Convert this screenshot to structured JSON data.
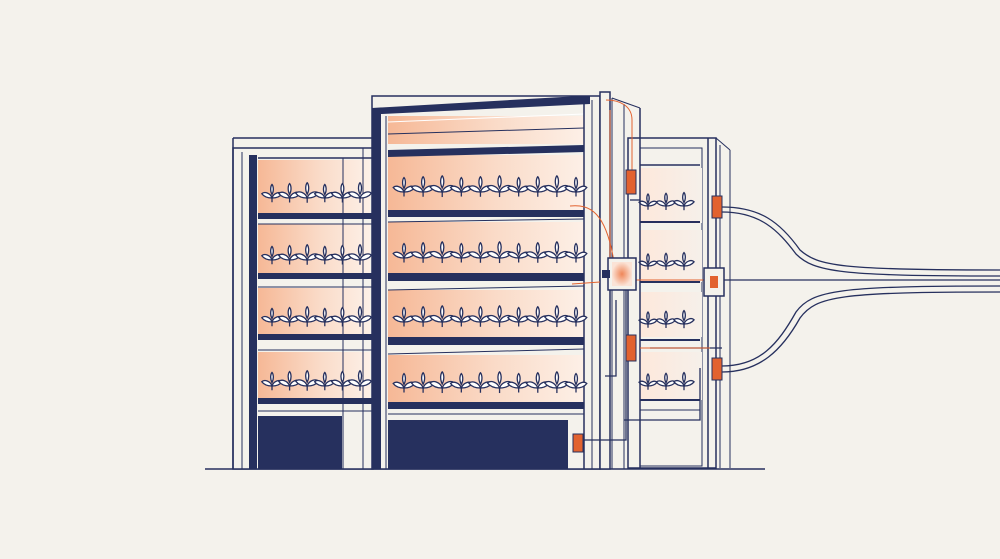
{
  "illustration": {
    "subject": "vertical-farm-shelving-with-sensor-wiring",
    "colors": {
      "background": "#f4f2ec",
      "navy": "#26305e",
      "orange": "#e2622f",
      "glow": "#f7c9ae",
      "glow_soft": "#fbe7da",
      "plant_fill": "#ffffff"
    },
    "units": [
      {
        "name": "left-rack",
        "tiers": 4,
        "plants_per_tier": 6
      },
      {
        "name": "center-rack",
        "tiers": 4,
        "plants_per_tier": 10
      },
      {
        "name": "right-rack",
        "tiers": 4,
        "plants_per_tier": 3
      }
    ],
    "icons": [
      "seedling-icon",
      "sensor-box-icon",
      "connector-icon",
      "wire-bundle-icon"
    ]
  }
}
